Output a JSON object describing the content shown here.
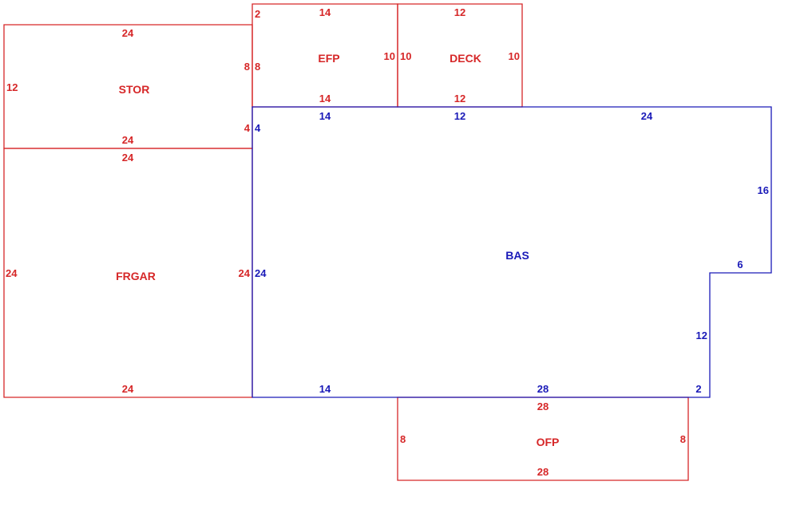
{
  "colors": {
    "red": "#d62728",
    "blue": "#1a1ab8"
  },
  "areas": {
    "stor": {
      "label": "STOR",
      "dims": [
        "24",
        "12",
        "8",
        "4",
        "24"
      ]
    },
    "efp": {
      "label": "EFP",
      "dims": [
        "2",
        "14",
        "8",
        "10",
        "14"
      ]
    },
    "deck": {
      "label": "DECK",
      "dims": [
        "12",
        "10",
        "10",
        "12"
      ]
    },
    "frgar": {
      "label": "FRGAR",
      "dims": [
        "24",
        "24",
        "24",
        "24"
      ]
    },
    "bas": {
      "label": "BAS",
      "dims": [
        "4",
        "14",
        "12",
        "24",
        "16",
        "6",
        "12",
        "2",
        "28",
        "14",
        "24"
      ]
    },
    "ofp": {
      "label": "OFP",
      "dims": [
        "28",
        "8",
        "8",
        "28"
      ]
    }
  }
}
